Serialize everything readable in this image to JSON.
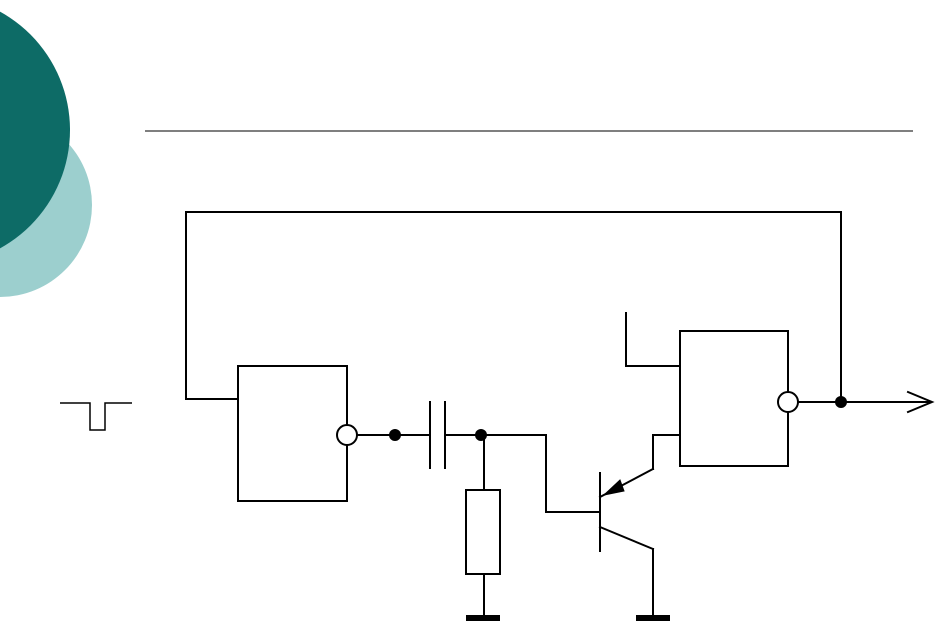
{
  "slide": {
    "accent_colors": {
      "dark_teal": "#0d6b66",
      "light_teal": "#9ccfce",
      "rule": "#555555"
    }
  },
  "diagram": {
    "components": [
      "input-pulse-symbol",
      "logic-gate-1",
      "inverter-bubble-1",
      "coupling-capacitor",
      "resistor",
      "transistor",
      "logic-gate-2",
      "inverter-bubble-2",
      "ground-1",
      "ground-2",
      "output-arrow"
    ]
  }
}
